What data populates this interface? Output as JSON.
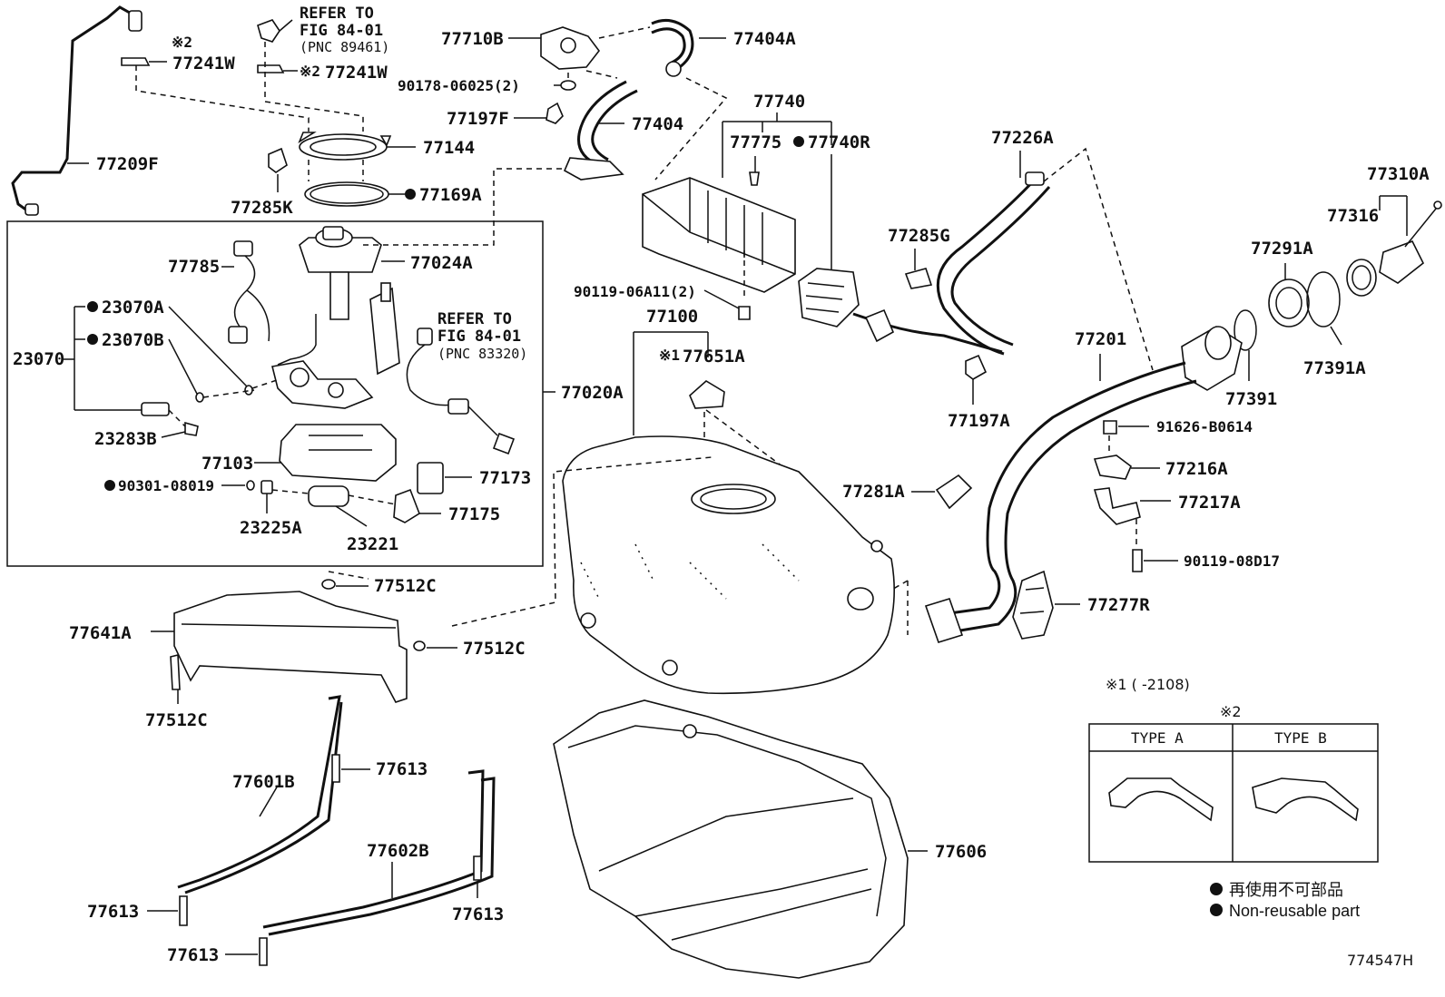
{
  "diagram_id": "774547H",
  "labels": {
    "p77209F": "77209F",
    "p77241W_a": "77241W",
    "p77241W_b": "77241W",
    "note2_a": "※2",
    "note2_b": "※2",
    "ref_fig_a_l1": "REFER TO",
    "ref_fig_a_l2": "FIG 84-01",
    "ref_fig_a_l3": "(PNC 89461)",
    "p77144": "77144",
    "p77285K": "77285K",
    "p77169A": "77169A",
    "p77785": "77785",
    "p77024A": "77024A",
    "p23070A": "23070A",
    "p23070B": "23070B",
    "p23070": "23070",
    "p23283B": "23283B",
    "p77103": "77103",
    "p90301": "90301-08019",
    "p23225A": "23225A",
    "p23221": "23221",
    "p77175": "77175",
    "p77173": "77173",
    "ref_fig_b_l1": "REFER TO",
    "ref_fig_b_l2": "FIG 84-01",
    "ref_fig_b_l3": "(PNC 83320)",
    "p77020A": "77020A",
    "p77710B": "77710B",
    "p77404A": "77404A",
    "p90178": "90178-06025(2)",
    "p77197F": "77197F",
    "p77404": "77404",
    "p77740": "77740",
    "p77775": "77775",
    "p77740R": "77740R",
    "p90119_06A11": "90119-06A11(2)",
    "p77100": "77100",
    "note1": "※1",
    "p77651A": "77651A",
    "p77226A": "77226A",
    "p77285G": "77285G",
    "p77197A": "77197A",
    "p77310A": "77310A",
    "p77316": "77316",
    "p77291A": "77291A",
    "p77201": "77201",
    "p77391A": "77391A",
    "p77391": "77391",
    "p91626": "91626-B0614",
    "p77216A": "77216A",
    "p77217A": "77217A",
    "p90119_08D17": "90119-08D17",
    "p77281A": "77281A",
    "p77277R": "77277R",
    "p77512C_a": "77512C",
    "p77512C_b": "77512C",
    "p77512C_c": "77512C",
    "p77641A": "77641A",
    "p77601B": "77601B",
    "p77613_a": "77613",
    "p77613_b": "77613",
    "p77613_c": "77613",
    "p77613_d": "77613",
    "p77602B": "77602B",
    "p77606": "77606"
  },
  "footnote1": "※1 (      -2108)",
  "type_table": {
    "marker": "※2",
    "col_a": "TYPE A",
    "col_b": "TYPE B"
  },
  "legend": {
    "line_jp": "再使用不可部品",
    "line_en": "Non-reusable part"
  },
  "colors": {
    "ink": "#111111",
    "background": "#ffffff"
  }
}
